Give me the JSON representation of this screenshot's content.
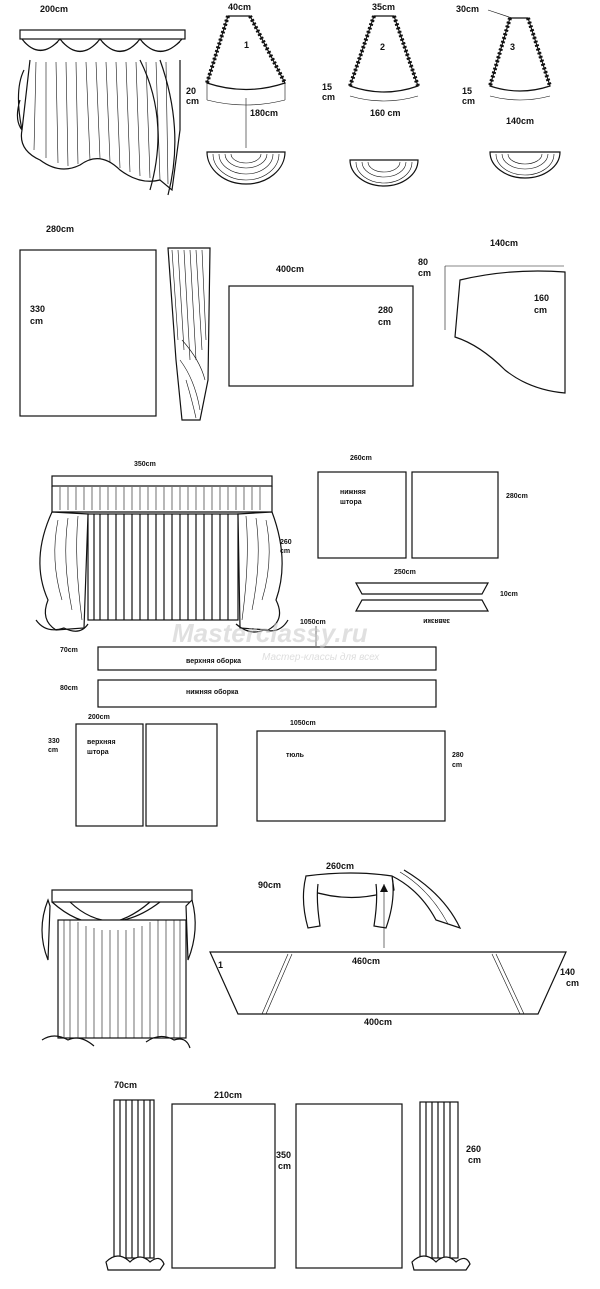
{
  "labels": {
    "s1_width": "200cm",
    "p1_top": "40cm",
    "p1_num": "1",
    "p1_h_a": "20",
    "p1_h_b": "cm",
    "p1_bottom": "180cm",
    "p2_top": "35cm",
    "p2_num": "2",
    "p2_h_a": "15",
    "p2_h_b": "cm",
    "p2_bottom": "160 cm",
    "p3_top": "30cm",
    "p3_num": "3",
    "p3_h_a": "15",
    "p3_h_b": "cm",
    "p3_bottom": "140cm",
    "s2_panel_w": "280cm",
    "s2_panel_h_a": "330",
    "s2_panel_h_b": "cm",
    "s2_rect_w": "400cm",
    "s2_rect_h_a": "280",
    "s2_rect_h_b": "cm",
    "s2_jabot_w": "140cm",
    "s2_jabot_l_a": "80",
    "s2_jabot_l_b": "cm",
    "s2_jabot_h_a": "160",
    "s2_jabot_h_b": "cm",
    "s3_width": "350cm",
    "s3_height_a": "260",
    "s3_height_b": "cm",
    "s3_lower_w": "260cm",
    "s3_lower_label_a": "нижняя",
    "s3_lower_label_b": "штора",
    "s3_lower_h": "280cm",
    "s3_ties_w": "250cm",
    "s3_ties_h": "10cm",
    "s3_ties_label": "завязки",
    "s3_fr_len": "1050cm",
    "s3_fr1_h": "70cm",
    "s3_fr1_label": "верхняя оборка",
    "s3_fr2_h": "80cm",
    "s3_fr2_label": "нижняя оборка",
    "s3_upper_w": "200cm",
    "s3_upper_h_a": "330",
    "s3_upper_h_b": "cm",
    "s3_upper_label_a": "верхняя",
    "s3_upper_label_b": "штора",
    "s3_tulle_w": "1050cm",
    "s3_tulle_label": "тюль",
    "s3_tulle_h_a": "280",
    "s3_tulle_h_b": "cm",
    "s4_swag_w": "260cm",
    "s4_swag_drop": "90cm",
    "s4_num": "1",
    "s4_top": "460cm",
    "s4_bottom": "400cm",
    "s4_h_a": "140",
    "s4_h_b": "cm",
    "s5_side_w": "70cm",
    "s5_panel_w": "210cm",
    "s5_panel_h_a": "350",
    "s5_panel_h_b": "cm",
    "s5_side_h_a": "260",
    "s5_side_h_b": "cm"
  },
  "watermark": {
    "main": "Masterclassy.ru",
    "sub": "Мастер-классы для всех"
  }
}
